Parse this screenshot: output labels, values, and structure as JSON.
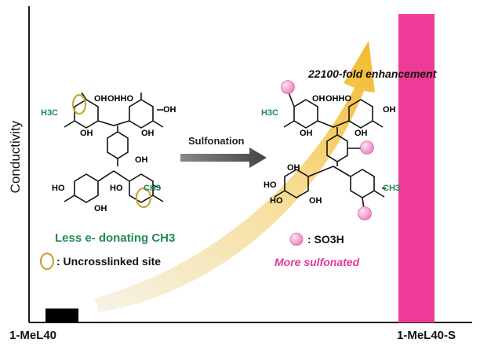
{
  "axis": {
    "ylabel": "Conductivity",
    "x_left_label": "1-MeL40",
    "x_right_label": "1-MeL40-S"
  },
  "arrow": {
    "label": "Sulfonation"
  },
  "enhancement": {
    "label": "22100-fold enhancement"
  },
  "left_molecule": {
    "methyl_top": "H3C",
    "methyl_bottom": "CH3",
    "groups": [
      "OH",
      "OHHO",
      "OH",
      "OH",
      "HO",
      "HO",
      "OH",
      "OH",
      "OH"
    ]
  },
  "right_molecule": {
    "methyl_top": "H3C",
    "methyl_bottom": "CH3",
    "groups": [
      "OH",
      "OHHO",
      "OH",
      "OH",
      "HO",
      "HO",
      "OH",
      "OH",
      "OH"
    ]
  },
  "notes": {
    "less_donating": "Less e- donating CH3",
    "uncrosslinked": ": Uncrosslinked site",
    "so3h": ": SO3H",
    "more_sulfonated": "More sulfonated"
  },
  "colors": {
    "magenta": "#ee3b97",
    "green": "#1f8a52",
    "gold": "#c9a53a",
    "arrow_gradient_start": "#f3f0de",
    "arrow_gradient_end": "#f2b51d",
    "pink_sphere": "#f3a0d2"
  },
  "bars": [
    {
      "label": "1-MeL40",
      "relative_value": 0.045
    },
    {
      "label": "1-MeL40-S",
      "relative_value": 1.0
    }
  ]
}
